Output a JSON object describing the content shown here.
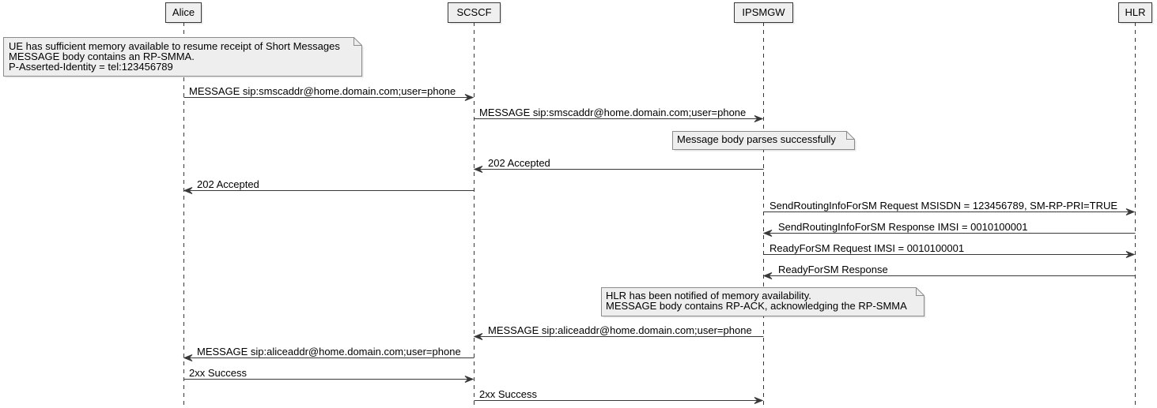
{
  "participants": [
    "Alice",
    "SCSCF",
    "IPSMGW",
    "HLR"
  ],
  "notes": [
    {
      "lines": [
        "UE has sufficient memory available to resume receipt of Short Messages",
        "MESSAGE body contains an RP-SMMA.",
        "P-Asserted-Identity = tel:123456789"
      ]
    },
    {
      "lines": [
        "Message body parses successfully"
      ]
    },
    {
      "lines": [
        "HLR has been notified of memory availability.",
        "MESSAGE body contains RP-ACK, acknowledging the RP-SMMA"
      ]
    }
  ],
  "messages": [
    {
      "label": "MESSAGE sip:smscaddr@home.domain.com;user=phone"
    },
    {
      "label": "MESSAGE sip:smscaddr@home.domain.com;user=phone"
    },
    {
      "label": "202 Accepted"
    },
    {
      "label": "202 Accepted"
    },
    {
      "label": "SendRoutingInfoForSM Request MSISDN = 123456789, SM-RP-PRI=TRUE"
    },
    {
      "label": "SendRoutingInfoForSM Response IMSI = 0010100001"
    },
    {
      "label": "ReadyForSM Request IMSI = 0010100001"
    },
    {
      "label": "ReadyForSM Response"
    },
    {
      "label": "MESSAGE sip:aliceaddr@home.domain.com;user=phone"
    },
    {
      "label": "MESSAGE sip:aliceaddr@home.domain.com;user=phone"
    },
    {
      "label": "2xx Success"
    },
    {
      "label": "2xx Success"
    }
  ]
}
